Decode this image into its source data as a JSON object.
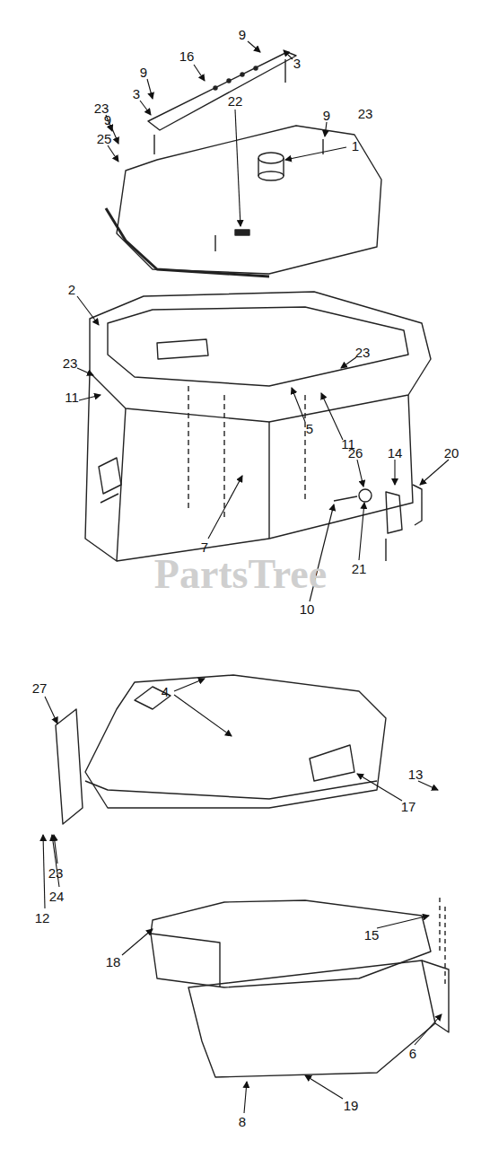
{
  "diagram": {
    "labels": [
      "9",
      "16",
      "3",
      "9",
      "3",
      "23",
      "9",
      "23",
      "9",
      "22",
      "25",
      "1",
      "2",
      "23",
      "23",
      "11",
      "5",
      "11",
      "26",
      "14",
      "20",
      "7",
      "21",
      "10",
      "PartsTree",
      "4",
      "27",
      "17",
      "13",
      "23",
      "24",
      "12",
      "18",
      "15",
      "6",
      "19",
      "8"
    ]
  }
}
